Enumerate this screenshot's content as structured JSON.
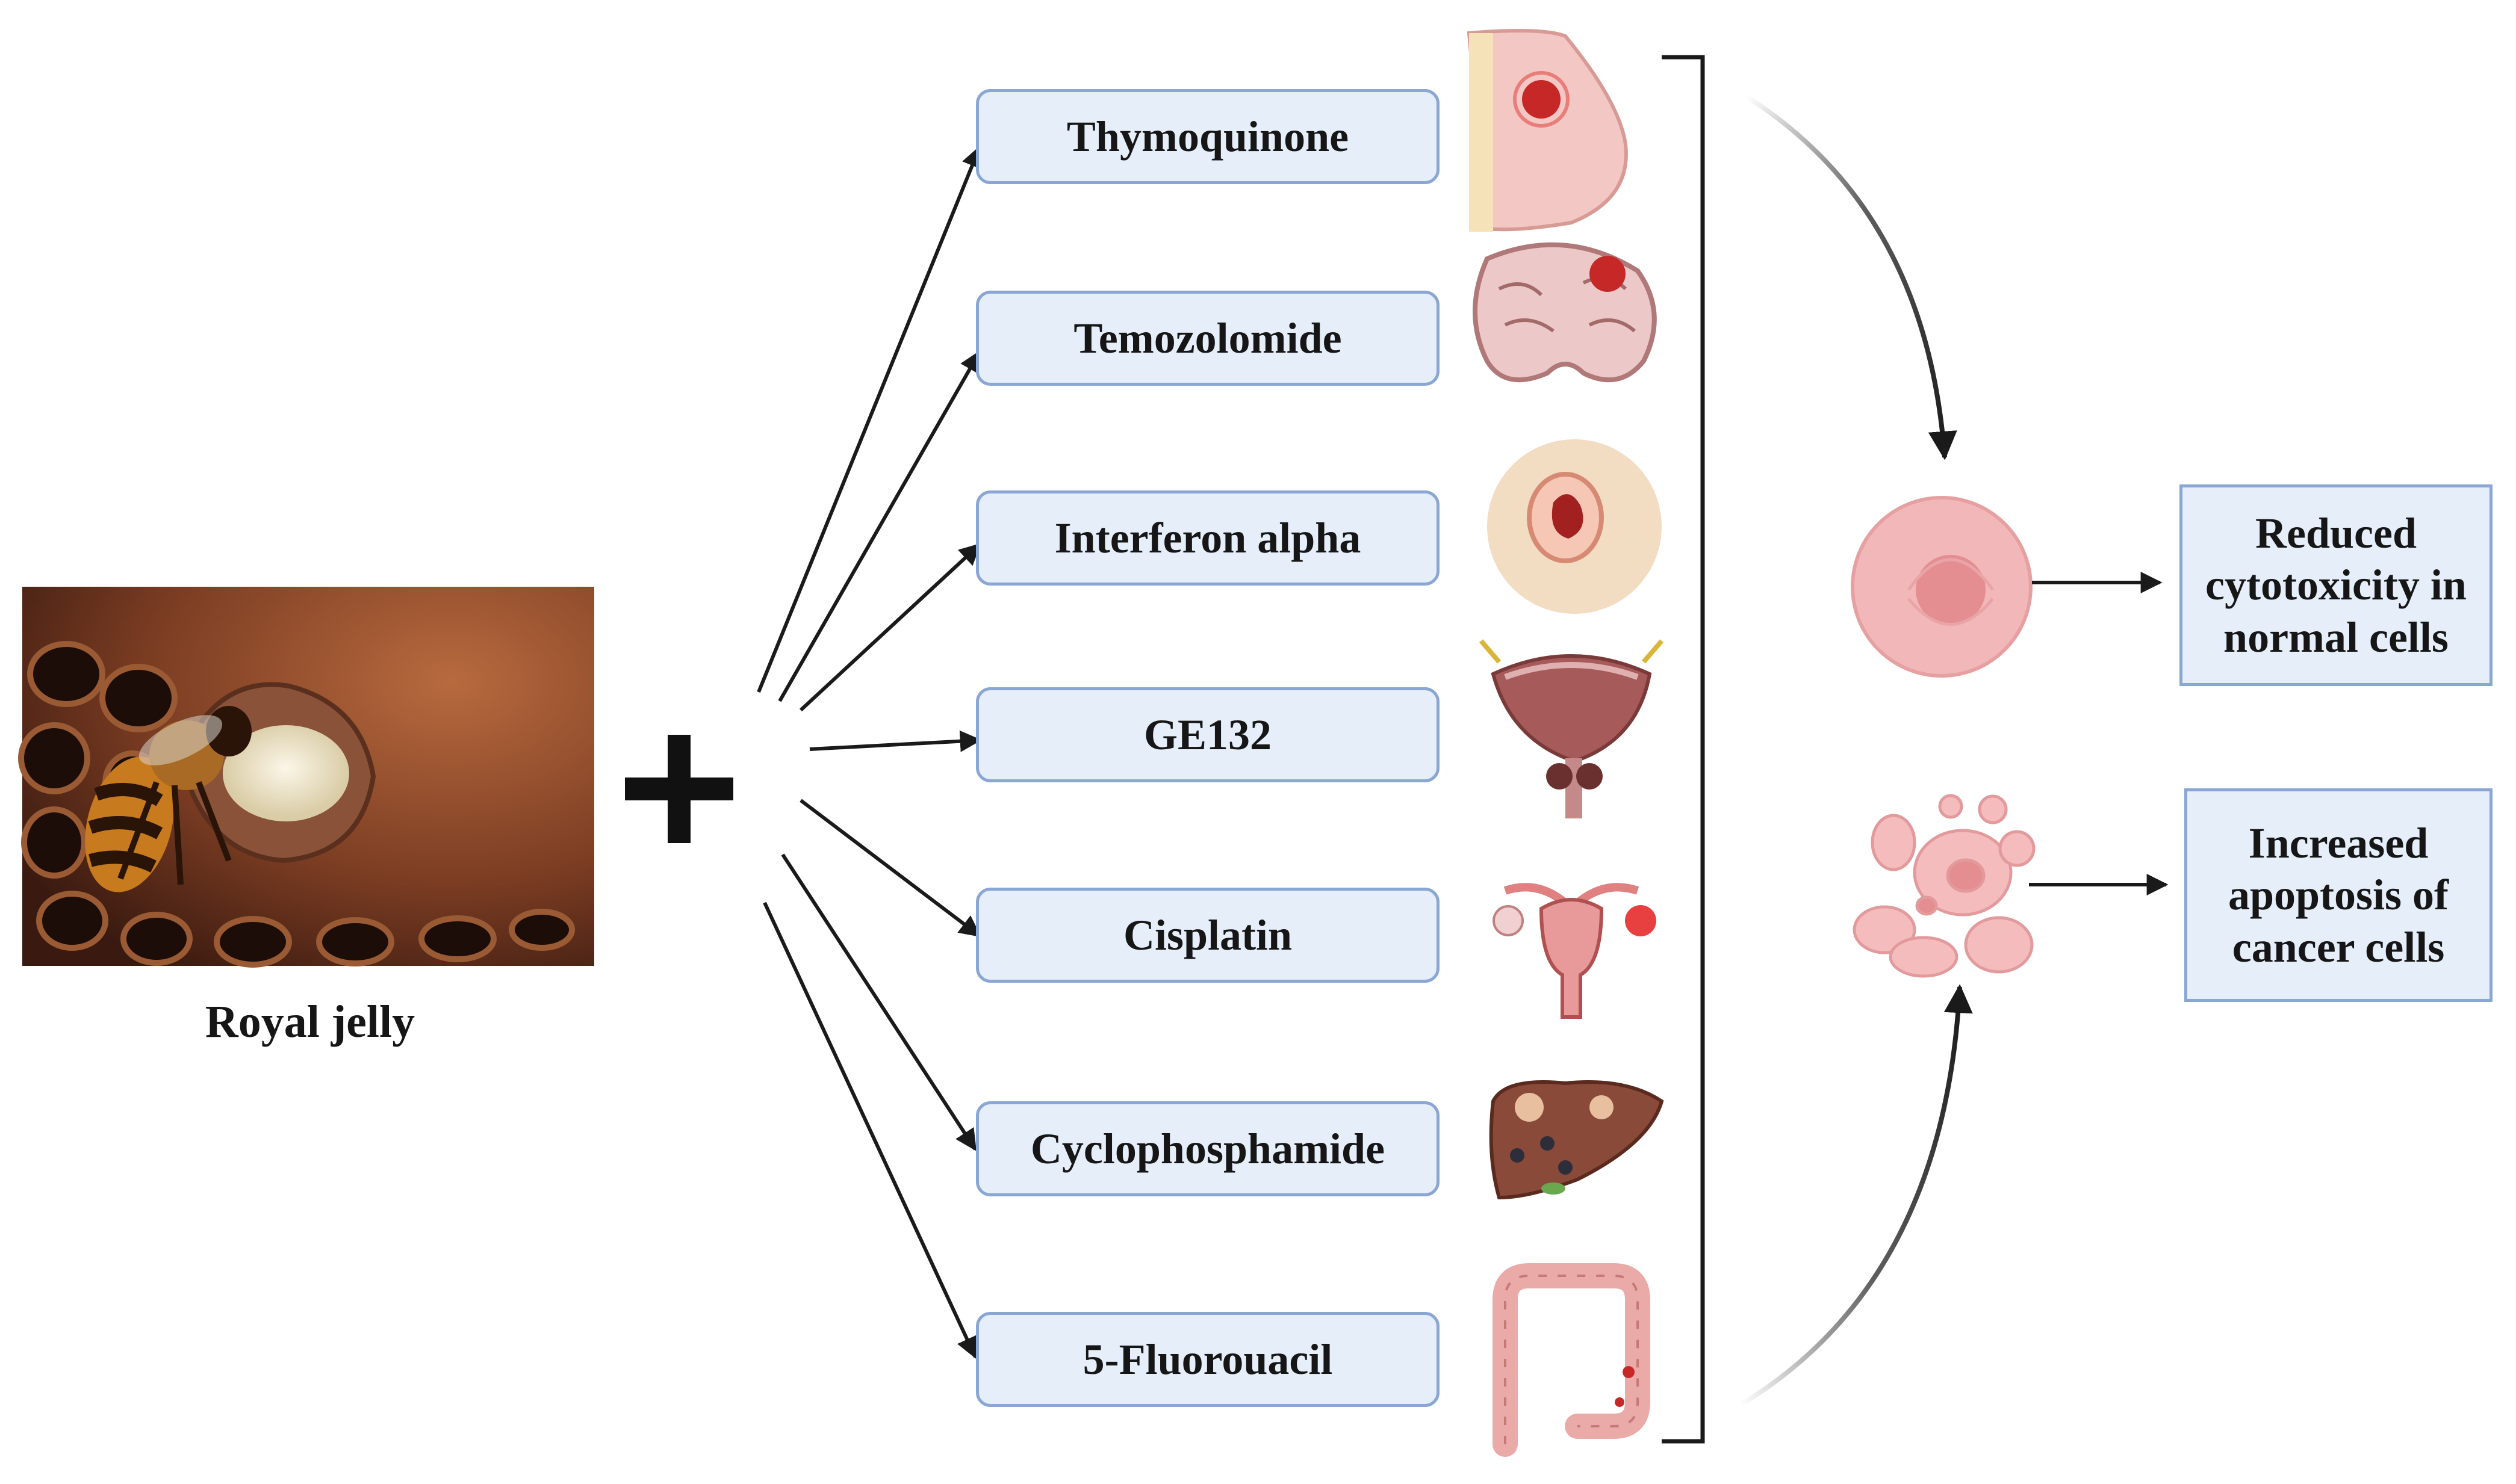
{
  "source": {
    "photo_label": "Royal jelly",
    "photo_icon": "bee-on-royal-jelly-photo"
  },
  "operator_symbol": "+",
  "drugs": [
    {
      "label": "Thymoquinone",
      "organ_icon": "breast-tumor-icon"
    },
    {
      "label": "Temozolomide",
      "organ_icon": "brain-tumor-icon"
    },
    {
      "label": "Interferon alpha",
      "organ_icon": "skin-melanoma-icon"
    },
    {
      "label": "GE132",
      "organ_icon": "bladder-prostate-icon"
    },
    {
      "label": "Cisplatin",
      "organ_icon": "uterus-ovary-icon"
    },
    {
      "label": "Cyclophosphamide",
      "organ_icon": "liver-tumor-icon"
    },
    {
      "label": "5-Fluorouacil",
      "organ_icon": "colon-tumor-icon"
    }
  ],
  "outcomes": {
    "normal": {
      "label": "Reduced cytotoxicity in normal cells",
      "icon": "normal-cell-icon"
    },
    "cancer": {
      "label": "Increased apoptosis of cancer cells",
      "icon": "apoptotic-cell-icon"
    }
  },
  "colors": {
    "box_fill": "#e6eefa",
    "box_border": "#8aa6d3",
    "arrow": "#1a1a1a",
    "cell_pink": "#f0b0b2"
  }
}
